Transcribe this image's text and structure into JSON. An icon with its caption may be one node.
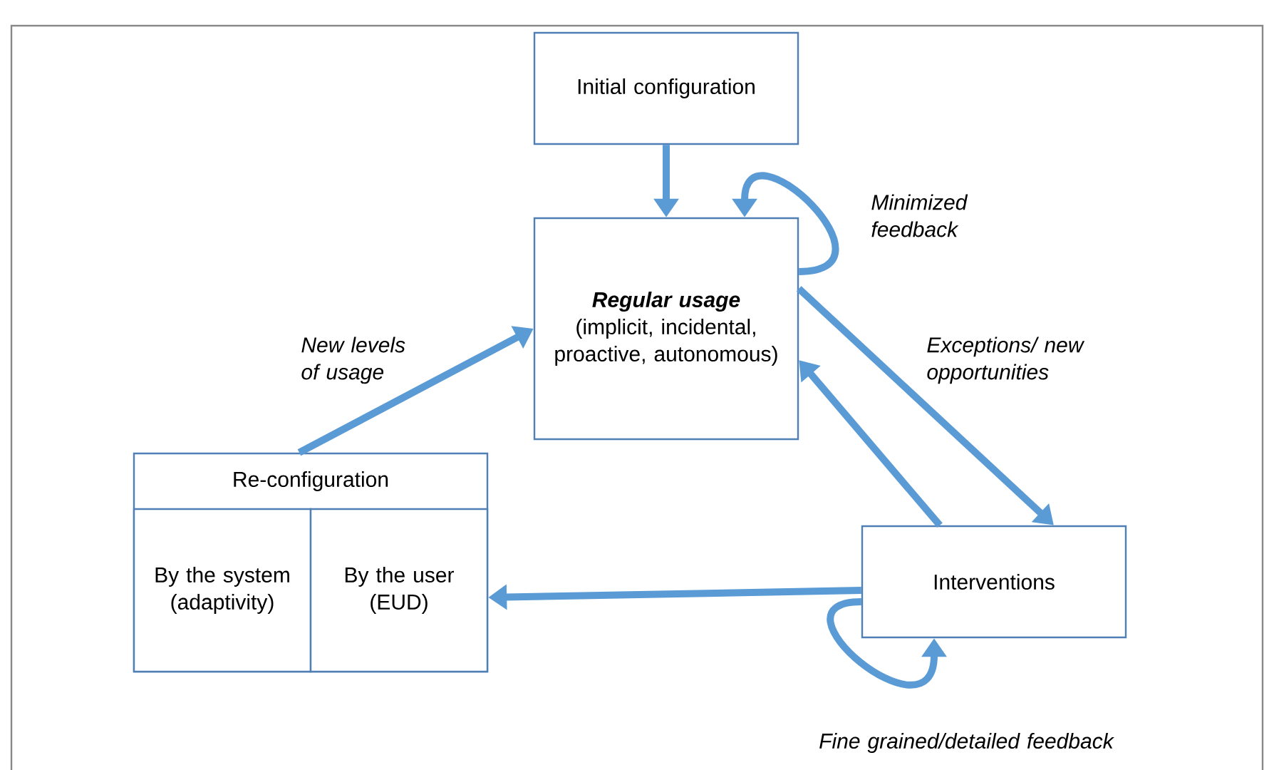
{
  "diagram": {
    "nodes": [
      {
        "text": [
          "Initial configuration"
        ]
      },
      {
        "text": [
          "Regular usage",
          "(implicit, incidental, proactive, autonomous)"
        ]
      },
      {
        "text": [
          "Interventions"
        ]
      },
      {
        "text": [
          "Re-configuration"
        ]
      },
      {
        "text": [
          "By the system (adaptivity)"
        ],
        "in": 3
      },
      {
        "text": [
          "By the user (EUD)"
        ],
        "in": 3
      }
    ],
    "edges": [
      {
        "from": 0,
        "to": 1,
        "arrow": "to"
      },
      {
        "from": 1,
        "to": 1,
        "arrow": "to",
        "label": "Minimized feedback"
      },
      {
        "from": 1,
        "to": 2,
        "arrow": "to",
        "label": "Exceptions/ new opportunities"
      },
      {
        "from": 2,
        "to": 1,
        "arrow": "to"
      },
      {
        "from": 3,
        "to": 1,
        "arrow": "to",
        "label": "New levels of usage"
      },
      {
        "from": 2,
        "to": 5,
        "arrow": "to"
      },
      {
        "from": 2,
        "to": 2,
        "arrow": "to",
        "label": "Fine grained/detailed feedback"
      }
    ]
  }
}
